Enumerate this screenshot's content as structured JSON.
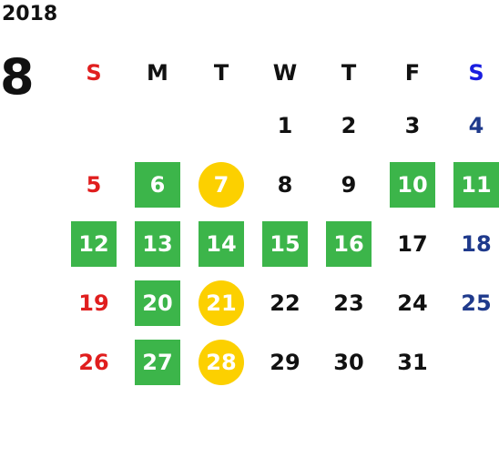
{
  "year": "2018",
  "month": "8",
  "weekday_headers": [
    "S",
    "M",
    "T",
    "W",
    "T",
    "F",
    "S"
  ],
  "colors": {
    "sunday": "#e01e1e",
    "saturday_header": "#1a1ee0",
    "saturday": "#1f3a8c",
    "green_highlight": "#3cb54a",
    "yellow_highlight": "#fcd000"
  },
  "weeks": [
    [
      {
        "day": "",
        "style": "none"
      },
      {
        "day": "",
        "style": "none"
      },
      {
        "day": "",
        "style": "none"
      },
      {
        "day": "1",
        "style": "none"
      },
      {
        "day": "2",
        "style": "none"
      },
      {
        "day": "3",
        "style": "none"
      },
      {
        "day": "4",
        "style": "none"
      }
    ],
    [
      {
        "day": "5",
        "style": "none"
      },
      {
        "day": "6",
        "style": "green"
      },
      {
        "day": "7",
        "style": "yellow"
      },
      {
        "day": "8",
        "style": "none"
      },
      {
        "day": "9",
        "style": "none"
      },
      {
        "day": "10",
        "style": "green"
      },
      {
        "day": "11",
        "style": "green"
      }
    ],
    [
      {
        "day": "12",
        "style": "green"
      },
      {
        "day": "13",
        "style": "green"
      },
      {
        "day": "14",
        "style": "green"
      },
      {
        "day": "15",
        "style": "green"
      },
      {
        "day": "16",
        "style": "green"
      },
      {
        "day": "17",
        "style": "none"
      },
      {
        "day": "18",
        "style": "none"
      }
    ],
    [
      {
        "day": "19",
        "style": "none"
      },
      {
        "day": "20",
        "style": "green"
      },
      {
        "day": "21",
        "style": "yellow"
      },
      {
        "day": "22",
        "style": "none"
      },
      {
        "day": "23",
        "style": "none"
      },
      {
        "day": "24",
        "style": "none"
      },
      {
        "day": "25",
        "style": "none"
      }
    ],
    [
      {
        "day": "26",
        "style": "none"
      },
      {
        "day": "27",
        "style": "green"
      },
      {
        "day": "28",
        "style": "yellow"
      },
      {
        "day": "29",
        "style": "none"
      },
      {
        "day": "30",
        "style": "none"
      },
      {
        "day": "31",
        "style": "none"
      },
      {
        "day": "",
        "style": "none"
      }
    ]
  ]
}
